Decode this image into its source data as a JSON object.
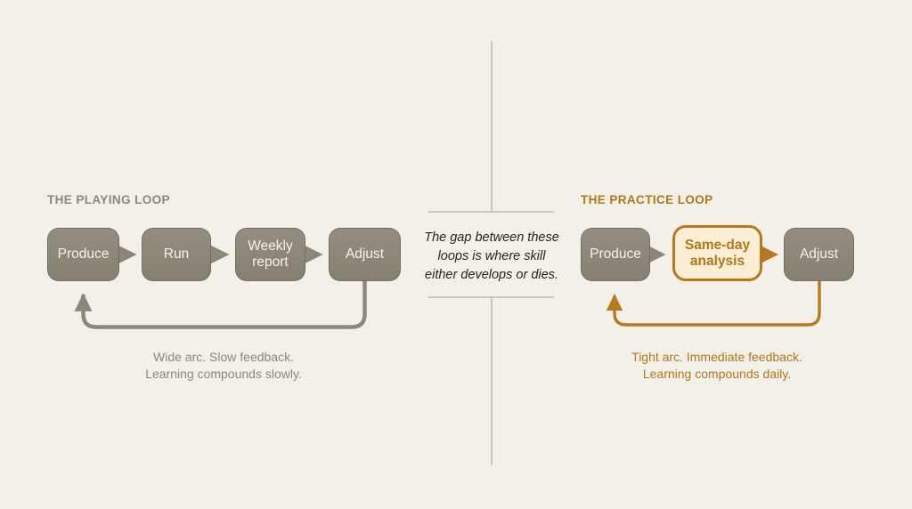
{
  "center_note": {
    "lines": [
      "The gap between these",
      "loops is where skill",
      "either develops or dies."
    ]
  },
  "left_loop": {
    "title": "THE PLAYING LOOP",
    "nodes": [
      {
        "label": "Produce"
      },
      {
        "label": "Run"
      },
      {
        "label": "Weekly report"
      },
      {
        "label": "Adjust"
      }
    ],
    "caption_line1": "Wide arc. Slow feedback.",
    "caption_line2": "Learning compounds slowly."
  },
  "right_loop": {
    "title": "THE PRACTICE LOOP",
    "nodes": [
      {
        "label": "Produce",
        "variant": "gray"
      },
      {
        "label": "Same-day analysis",
        "variant": "highlight"
      },
      {
        "label": "Adjust",
        "variant": "gray"
      }
    ],
    "caption_line1": "Tight arc. Immediate feedback.",
    "caption_line2": "Learning compounds daily."
  },
  "colors": {
    "bg": "#f2f0e9",
    "divider": "#c9c7bf",
    "note_text": "#26251f",
    "accent_gray": "#8c8779",
    "arrow_gray": "#8d877a",
    "box_text": "#f6f3ec",
    "accent_orange": "#b8791e",
    "accent_orange_text": "#b2771b",
    "highlight_fill": "#fbeed4"
  }
}
